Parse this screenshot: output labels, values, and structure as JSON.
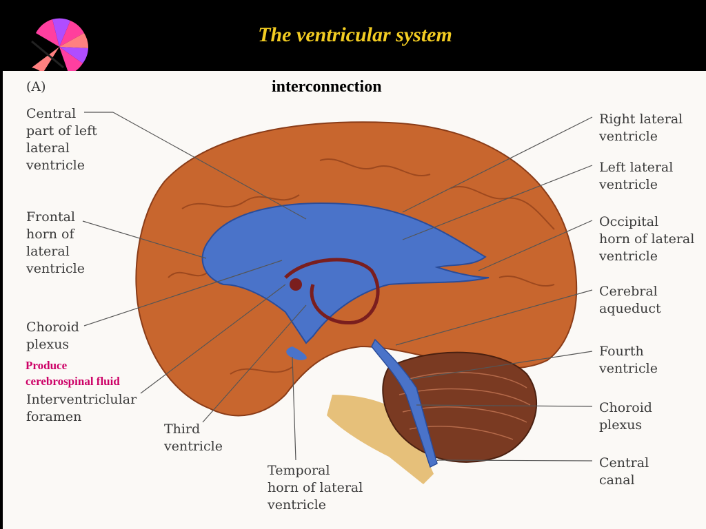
{
  "slide": {
    "title": "The ventricular system",
    "subtitle": "interconnection",
    "figure_letter": "(A)",
    "annotation": "Produce\ncerebrospinal fluid"
  },
  "labels": {
    "central_part": "Central\npart of left\nlateral\nventricle",
    "frontal_horn": "Frontal\nhorn of\nlateral\nventricle",
    "choroid_plexus_left": "Choroid\nplexus",
    "interventricular_foramen": "Interventriclular\nforamen",
    "third_ventricle": "Third\nventricle",
    "temporal_horn": "Temporal\nhorn of lateral\nventricle",
    "right_lateral": "Right lateral\nventricle",
    "left_lateral": "Left lateral\nventricle",
    "occipital_horn": "Occipital\nhorn of lateral\nventricle",
    "cerebral_aqueduct": "Cerebral\naqueduct",
    "fourth_ventricle": "Fourth\nventricle",
    "choroid_plexus_right": "Choroid\nplexus",
    "central_canal": "Central\ncanal"
  },
  "colors": {
    "title": "#f2cc22",
    "annotation": "#cc0066",
    "brain": "#c8662e",
    "ventricle": "#4a73c9",
    "cerebellum": "#7a3a22",
    "brainstem": "#e6c07a",
    "choroid": "#7a1e1e"
  },
  "icons": [
    "fan-logo-icon"
  ]
}
